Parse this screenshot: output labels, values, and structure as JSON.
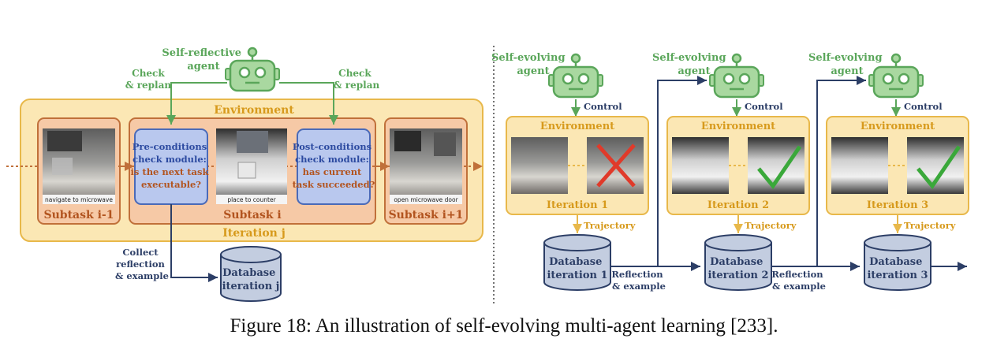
{
  "colors": {
    "green": "#5aa65a",
    "robot_fill": "#a9d8a0",
    "environment_fill": "#fbe7b4",
    "environment_stroke": "#e8b84a",
    "environment_text": "#d79a1c",
    "subtask_fill": "#f6c9a6",
    "subtask_stroke": "#c0703a",
    "subtask_text": "#b2541f",
    "module_fill": "#b9c8ee",
    "module_stroke": "#4a6ab8",
    "module_text": "#2c4aa0",
    "database_fill": "#c3cde0",
    "database_stroke": "#2c3e66",
    "navy": "#2c3e66",
    "cross": "#e03a2a",
    "check": "#3aa83a"
  },
  "left": {
    "agent_label": [
      "Self-reflective",
      "agent"
    ],
    "check_replan_left": [
      "Check",
      "& replan"
    ],
    "check_replan_right": [
      "Check",
      "& replan"
    ],
    "environment_label": "Environment",
    "subtask_prev": "Subtask i-1",
    "subtask_cur": "Subtask i",
    "subtask_next": "Subtask i+1",
    "iteration_label": "Iteration j",
    "pre_module": [
      "Pre-conditions",
      "check module:",
      "is the next task",
      "executable?"
    ],
    "post_module": [
      "Post-conditions",
      "check module:",
      "has current",
      "task succeeded?"
    ],
    "frame_captions": [
      "navigate to microwave",
      "place to counter",
      "open microwave door"
    ],
    "collect_label": [
      "Collect",
      "reflection",
      "& example"
    ],
    "database_label": [
      "Database",
      "iteration j"
    ]
  },
  "right": {
    "agent_label": [
      "Self-evolving",
      "agent"
    ],
    "control_label": "Control",
    "environment_label": "Environment",
    "trajectory_label": "Trajectory",
    "reflection_label": [
      "Reflection",
      "& example"
    ],
    "iterations": [
      {
        "label": "Iteration 1",
        "database": [
          "Database",
          "iteration 1"
        ]
      },
      {
        "label": "Iteration 2",
        "database": [
          "Database",
          "iteration 2"
        ]
      },
      {
        "label": "Iteration 3",
        "database": [
          "Database",
          "iteration 3"
        ]
      }
    ]
  },
  "caption": "Figure 18: An illustration of self-evolving multi-agent learning [233]."
}
